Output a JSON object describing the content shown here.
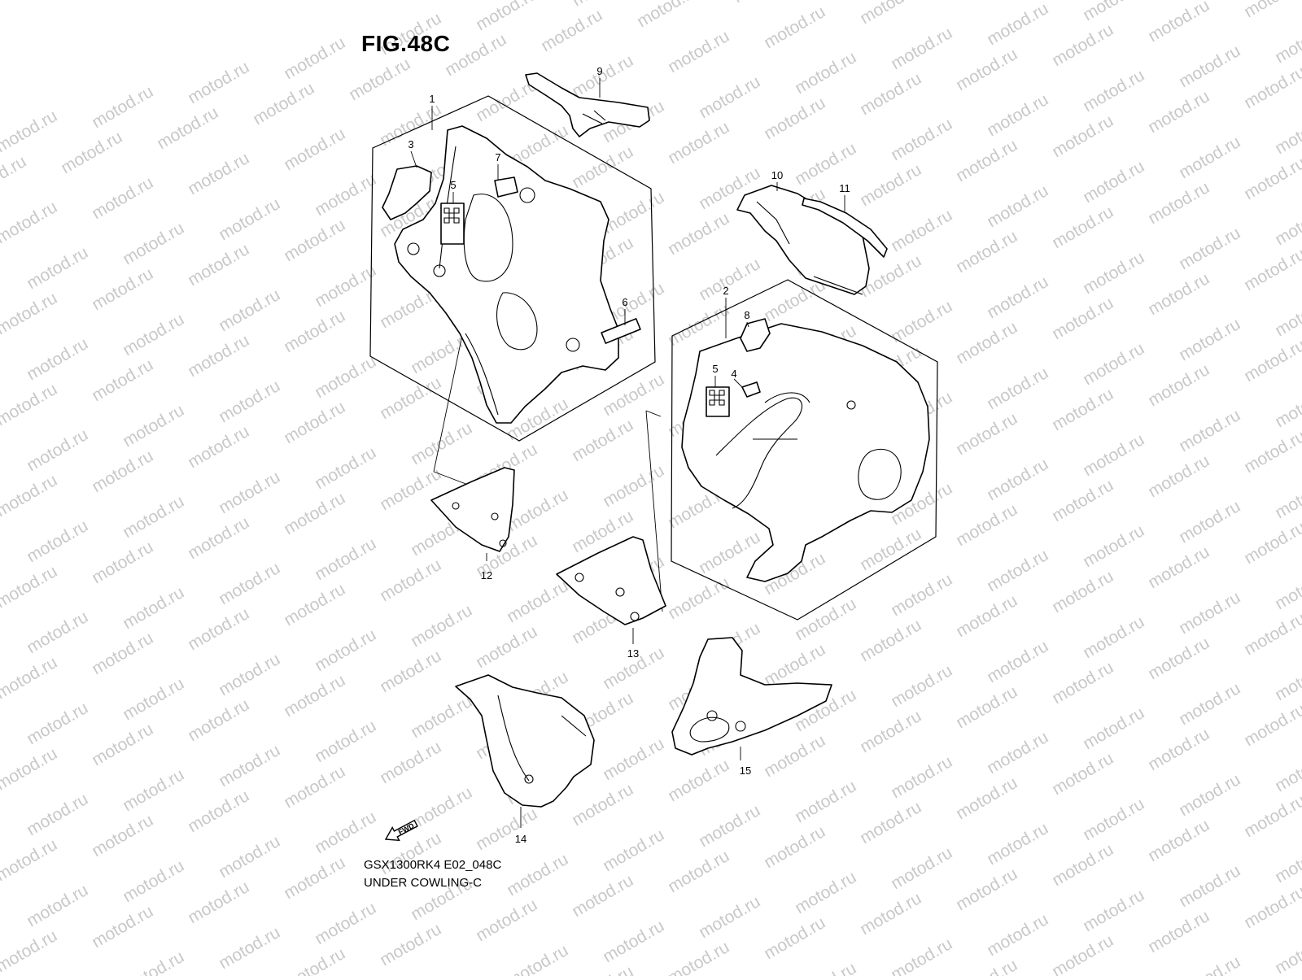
{
  "figure": {
    "title": "FIG.48C",
    "model_code": "GSX1300RK4 E02_048C",
    "subtitle": "UNDER COWLING-C",
    "direction_label": "FWD",
    "watermark": "motod.ru"
  },
  "callouts": [
    {
      "id": "callout-1",
      "label": "1"
    },
    {
      "id": "callout-2",
      "label": "2"
    },
    {
      "id": "callout-3",
      "label": "3"
    },
    {
      "id": "callout-4",
      "label": "4"
    },
    {
      "id": "callout-5a",
      "label": "5"
    },
    {
      "id": "callout-5b",
      "label": "5"
    },
    {
      "id": "callout-6",
      "label": "6"
    },
    {
      "id": "callout-7",
      "label": "7"
    },
    {
      "id": "callout-8",
      "label": "8"
    },
    {
      "id": "callout-9",
      "label": "9"
    },
    {
      "id": "callout-10",
      "label": "10"
    },
    {
      "id": "callout-11",
      "label": "11"
    },
    {
      "id": "callout-12",
      "label": "12"
    },
    {
      "id": "callout-13",
      "label": "13"
    },
    {
      "id": "callout-14",
      "label": "14"
    },
    {
      "id": "callout-15",
      "label": "15"
    }
  ]
}
